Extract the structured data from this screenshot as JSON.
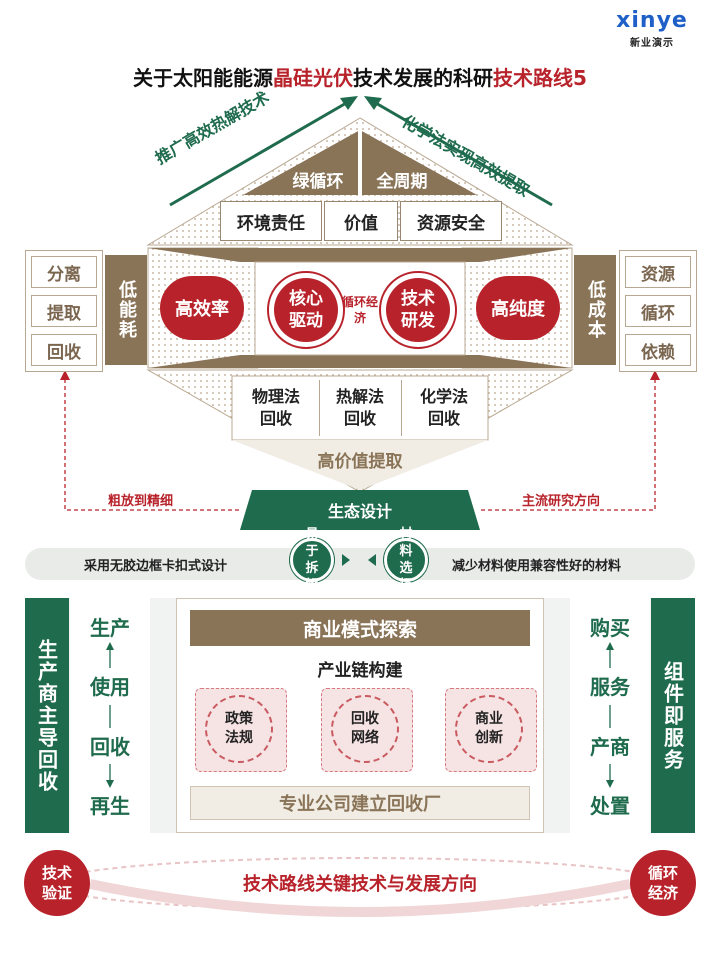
{
  "logo": {
    "brand": "xinye",
    "sub": "新业演示"
  },
  "title": {
    "part1": "关于太阳能能源",
    "highlight1": "晶硅光伏",
    "part2": "技术发展的科研",
    "highlight2": "技术路线5"
  },
  "roof": {
    "left_slope": "推广高效热解技术",
    "right_slope": "化学法实现高效提取",
    "cell_left": "绿循环",
    "cell_right": "全周期",
    "values": [
      "环境责任",
      "价值",
      "资源安全"
    ]
  },
  "sides": {
    "left_list": [
      "分离",
      "提取",
      "回收"
    ],
    "left_label": "低能耗",
    "right_list": [
      "资源",
      "循环",
      "依赖"
    ],
    "right_label": "低成本"
  },
  "core": {
    "left_circle": "高效率",
    "right_circle": "高纯度",
    "center_left": "核心驱动",
    "center_right": "技术研发",
    "center_mid": "循环经济"
  },
  "methods": [
    "物理法回收",
    "热解法回收",
    "化学法回收"
  ],
  "bottom_label": "高价值提取",
  "flow": {
    "left_arrow": "粗放到精细",
    "right_arrow": "主流研究方向",
    "eco_design": "生态设计"
  },
  "bar": {
    "left_text": "采用无胶边框卡扣式设计",
    "left_circle": "易于拆解",
    "right_circle": "材料选择",
    "right_text": "减少材料使用兼容性好的材料"
  },
  "lower": {
    "left_vertical": "生产商主导回收",
    "left_chain": [
      "生产",
      "使用",
      "回收",
      "再生"
    ],
    "right_vertical": "组件即服务",
    "right_chain": [
      "购买",
      "服务",
      "产商",
      "处置"
    ],
    "center_header": "商业模式探索",
    "center_sub": "产业链构建",
    "boxes": [
      "政策法规",
      "回收网络",
      "商业创新"
    ],
    "footer": "专业公司建立回收厂"
  },
  "footer_band": {
    "left": "技术验证",
    "center": "技术路线关键技术与发展方向",
    "right": "循环经济"
  }
}
